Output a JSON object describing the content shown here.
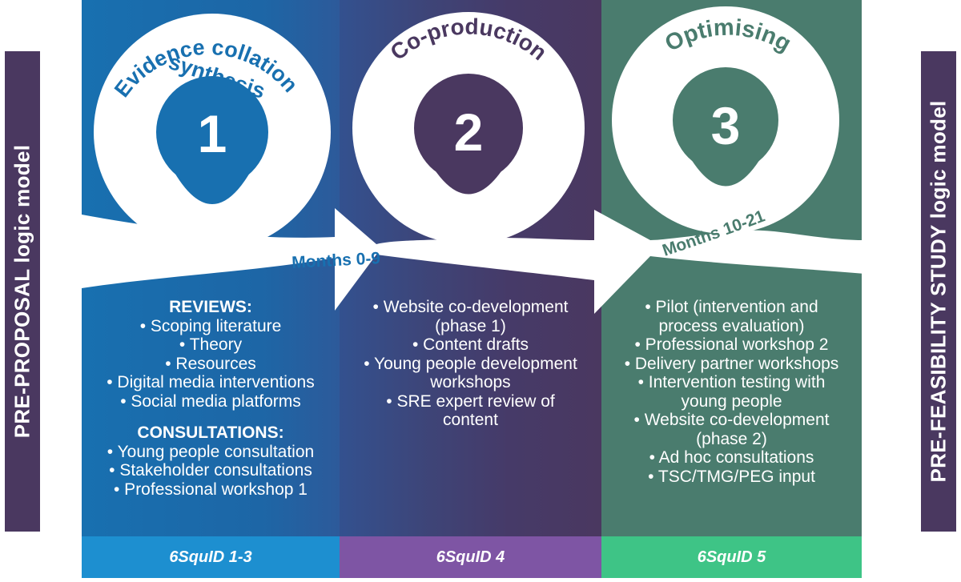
{
  "sidebars": {
    "left": "PRE-PROPOSAL logic model",
    "right": "PRE-FEASIBILITY STUDY logic model"
  },
  "stages": [
    {
      "number": "1",
      "title_line1": "Evidence collation/",
      "title_line2": "synthesis",
      "months": "Months 0-9",
      "footer": "6SquID 1-3",
      "colors": {
        "panel": "#1870b0",
        "footer": "#1d8fd0",
        "text": "#1870b0"
      }
    },
    {
      "number": "2",
      "title": "Co-production",
      "footer": "6SquID 4",
      "colors": {
        "panel": "#4a3860",
        "footer": "#7e55a4",
        "text": "#4a3860"
      }
    },
    {
      "number": "3",
      "title": "Optimising",
      "months": "Months 10-21",
      "footer": "6SquID 5",
      "colors": {
        "panel": "#4a7c6e",
        "footer": "#3ec486",
        "text": "#4a7c6e"
      }
    }
  ],
  "panel1": {
    "reviews_heading": "REVIEWS:",
    "reviews": [
      "• Scoping literature",
      "• Theory",
      "• Resources",
      "• Digital media interventions",
      "• Social media platforms"
    ],
    "consultations_heading": "CONSULTATIONS:",
    "consultations": [
      "• Young people consultation",
      "• Stakeholder consultations",
      "• Professional workshop 1"
    ]
  },
  "panel2": {
    "items": [
      "• Website co-development",
      "(phase 1)",
      "• Content drafts",
      "• Young people development",
      "workshops",
      "• SRE expert review of",
      "content"
    ]
  },
  "panel3": {
    "items": [
      "• Pilot (intervention and",
      "process evaluation)",
      "• Professional workshop 2",
      "• Delivery partner workshops",
      "• Intervention testing with",
      "young people",
      "• Website co-development",
      "(phase 2)",
      "• Ad hoc consultations",
      "• TSC/TMG/PEG input"
    ]
  }
}
